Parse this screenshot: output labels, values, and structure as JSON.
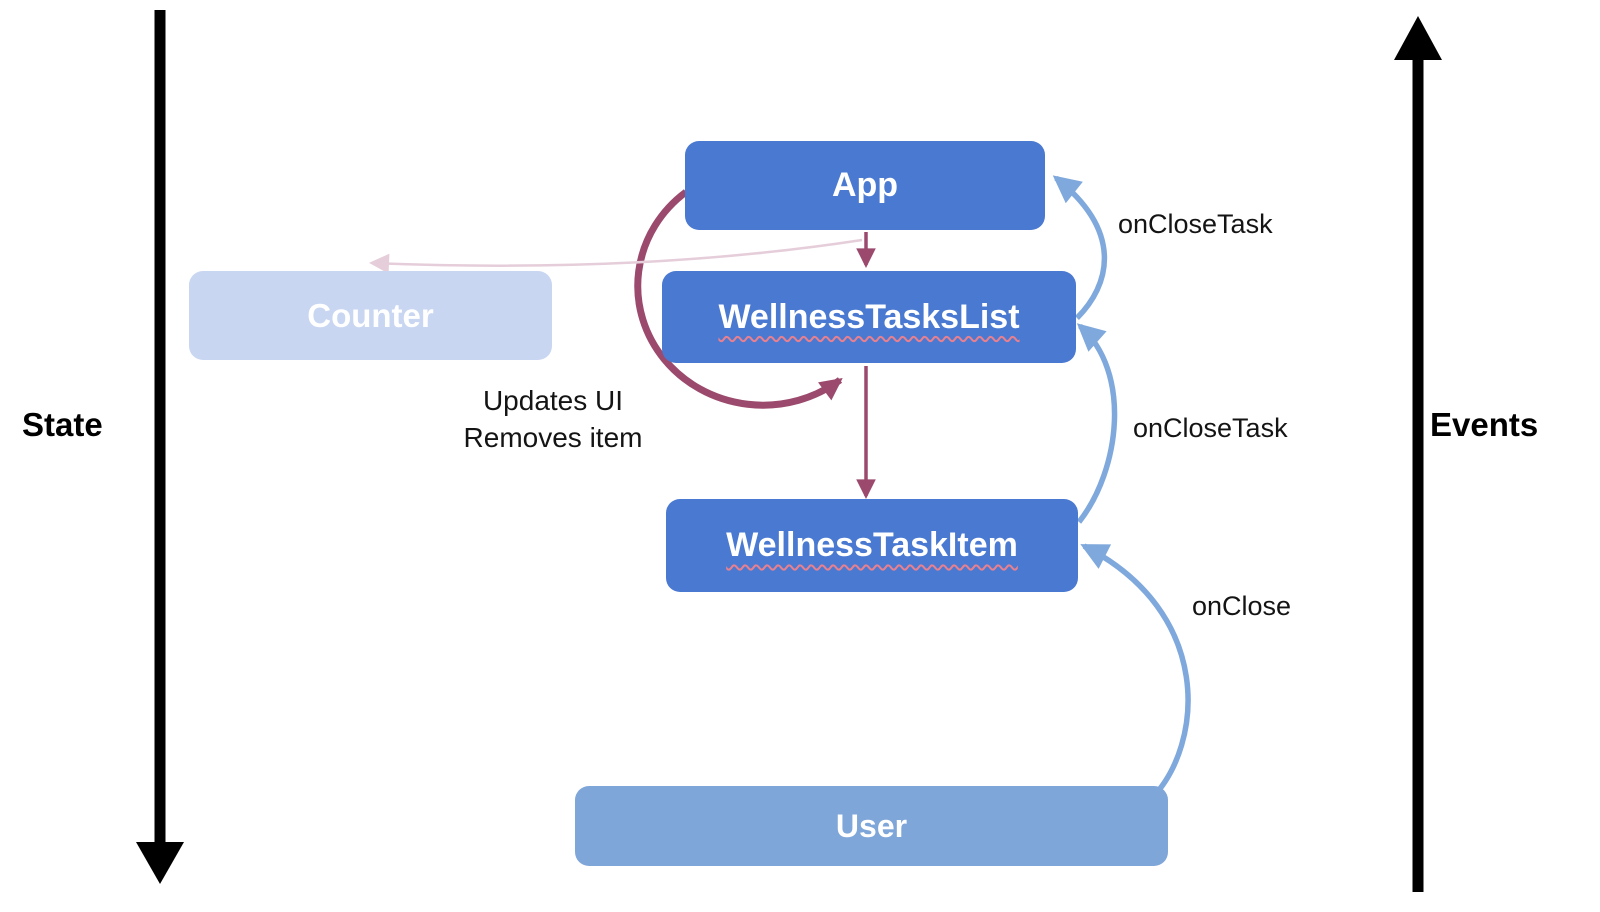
{
  "diagram": {
    "axes": {
      "left_label": "State",
      "right_label": "Events"
    },
    "nodes": {
      "app": {
        "label": "App"
      },
      "counter": {
        "label": "Counter"
      },
      "tasks_list": {
        "label": "WellnessTasksList"
      },
      "task_item": {
        "label": "WellnessTaskItem"
      },
      "user": {
        "label": "User"
      }
    },
    "edge_labels": {
      "onclosetask_top": "onCloseTask",
      "onclosetask_mid": "onCloseTask",
      "onclose": "onClose",
      "loop_line1": "Updates UI",
      "loop_line2": "Removes item"
    },
    "colors": {
      "node_blue": "#4a79d1",
      "node_light_blue": "#7fa6d8",
      "node_pale_blue": "#c8d6f2",
      "event_arrow_blue": "#7fa8dc",
      "state_arrow_maroon": "#9b4a6d",
      "pale_pink_arrow": "#e5cdd9",
      "axis_arrow_black": "#000000",
      "squiggle_underline": "#e8808f",
      "node_text": "#ffffff",
      "label_text": "#141414"
    }
  }
}
